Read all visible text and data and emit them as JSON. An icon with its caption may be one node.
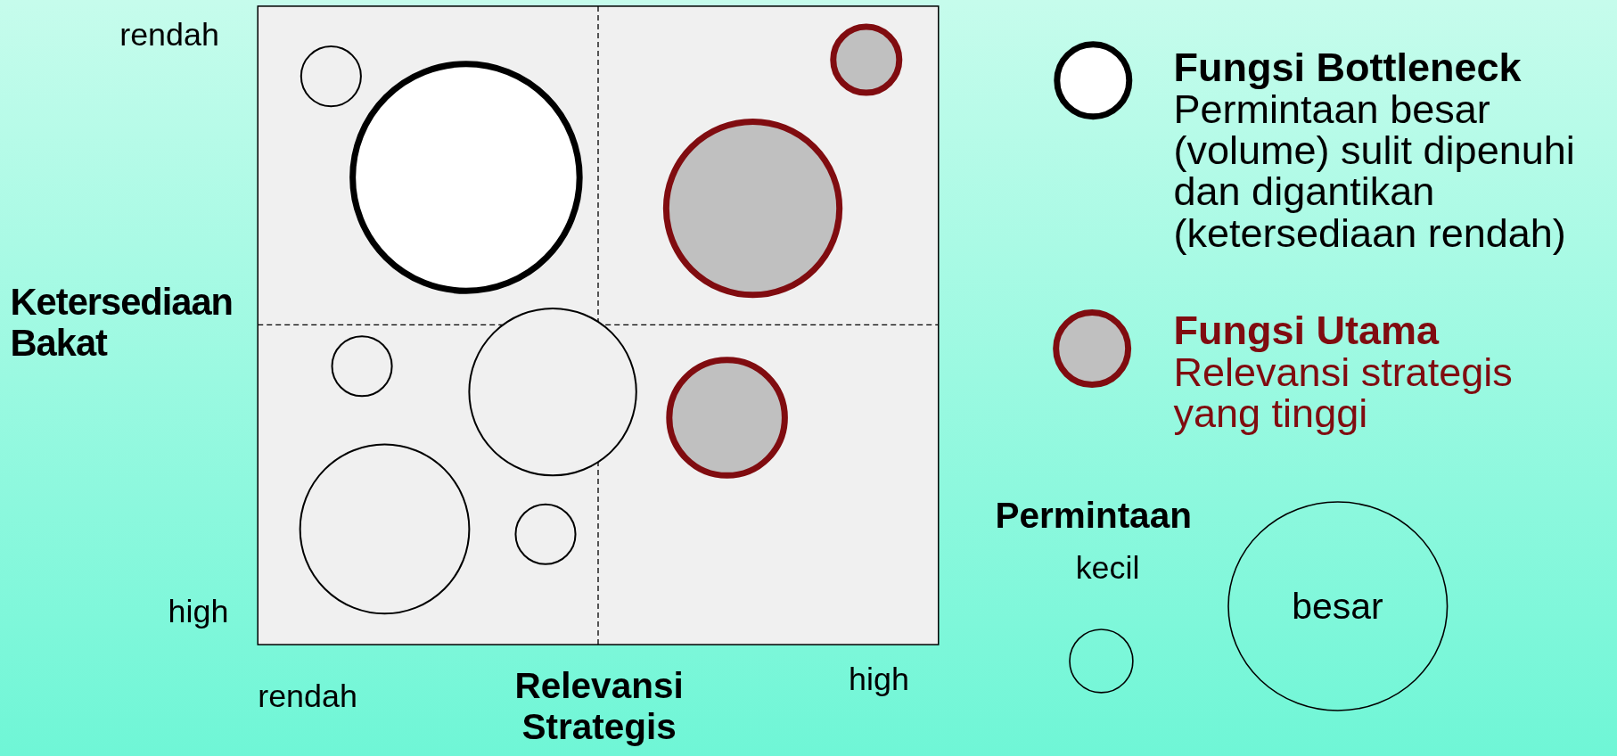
{
  "diagram": {
    "nodes": [
      {
        "text": [
          "besar"
        ]
      },
      {
        "text": [],
        "shape": "circle",
        "beside": [
          "kecil"
        ]
      }
    ],
    "labels": [
      "rendah",
      "Ketersediaan Bakat",
      "high",
      "rendah",
      "Relevansi Strategis",
      "high",
      "Permintaan"
    ],
    "legend": [
      {
        "text": "**Fungsi Bottleneck** Permintaan besar (volume) sulit dipenuhi dan digantikan (ketersediaan rendah)"
      },
      {
        "text": "**Fungsi Utama** Relevansi strategis yang tinggi"
      }
    ]
  }
}
